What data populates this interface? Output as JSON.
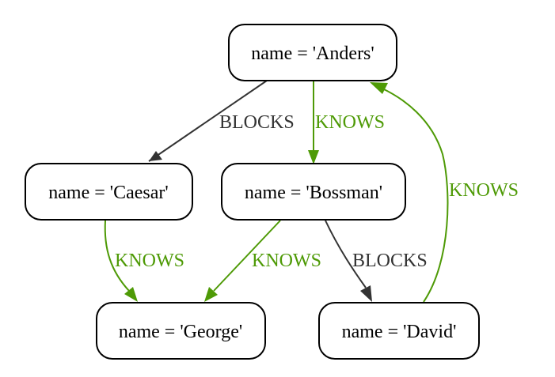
{
  "nodes": {
    "anders": "name = 'Anders'",
    "caesar": "name = 'Caesar'",
    "bossman": "name = 'Bossman'",
    "george": "name = 'George'",
    "david": "name = 'David'"
  },
  "edges": {
    "anders_caesar": {
      "label": "BLOCKS",
      "color": "#333333"
    },
    "anders_bossman": {
      "label": "KNOWS",
      "color": "#4e9a06"
    },
    "david_anders": {
      "label": "KNOWS",
      "color": "#4e9a06"
    },
    "caesar_george": {
      "label": "KNOWS",
      "color": "#4e9a06"
    },
    "bossman_george": {
      "label": "KNOWS",
      "color": "#4e9a06"
    },
    "bossman_david": {
      "label": "BLOCKS",
      "color": "#333333"
    }
  }
}
